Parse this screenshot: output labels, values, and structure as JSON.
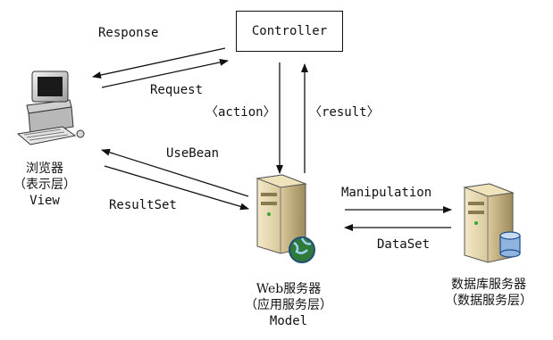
{
  "nodes": {
    "controller": "Controller",
    "browser_line1": "浏览器",
    "browser_line2": "（表示层）",
    "browser_line3": "View",
    "web_line1": "Web服务器",
    "web_line2": "（应用服务层）",
    "web_line3": "Model",
    "db_line1": "数据库服务器",
    "db_line2": "（数据服务层）"
  },
  "edges": {
    "response": "Response",
    "request": "Request",
    "action": "〈action〉",
    "result": "〈result〉",
    "usebean": "UseBean",
    "resultset": "ResultSet",
    "manipulation": "Manipulation",
    "dataset": "DataSet"
  },
  "colors": {
    "line": "#111111",
    "server_body": "#d9c79a",
    "globe": "#2f7a3a"
  },
  "icons": {
    "browser": "desktop-computer-icon",
    "web_server": "server-globe-icon",
    "db_server": "database-server-icon"
  }
}
